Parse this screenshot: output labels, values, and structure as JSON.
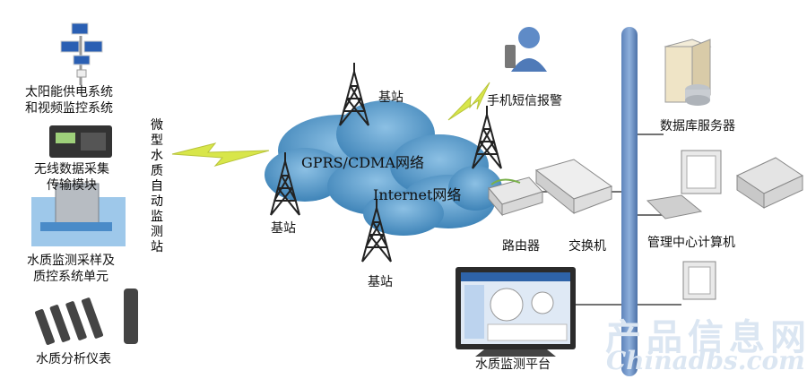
{
  "left_column": {
    "solar_label": [
      "太阳能供电系统",
      "和视频监控系统"
    ],
    "wireless_label": [
      "无线数据采集",
      "传输模块"
    ],
    "sampling_label": [
      "水质监测采样及",
      "质控系统单元"
    ],
    "analyzer_label": "水质分析仪表",
    "station_label": "微型水质自动监测站"
  },
  "network": {
    "gprs_label": "GPRS/CDMA网络",
    "internet_label": "Internet网络",
    "base_station_labels": [
      "基站",
      "基站",
      "基站"
    ],
    "phone_label": "手机短信报警"
  },
  "devices": {
    "router_label": "路由器",
    "switch_label": "交换机",
    "db_server_label": "数据库服务器",
    "mgmt_pc_label": "管理中心计算机",
    "platform_label": "水质监测平台"
  },
  "watermark": {
    "cn": "产品信息网",
    "en": "Chinadbs.com"
  },
  "colors": {
    "backbone": "#6f95c9",
    "cloud": "#5f9cc9",
    "lightning": "#d8e64a",
    "tower": "#222222"
  }
}
